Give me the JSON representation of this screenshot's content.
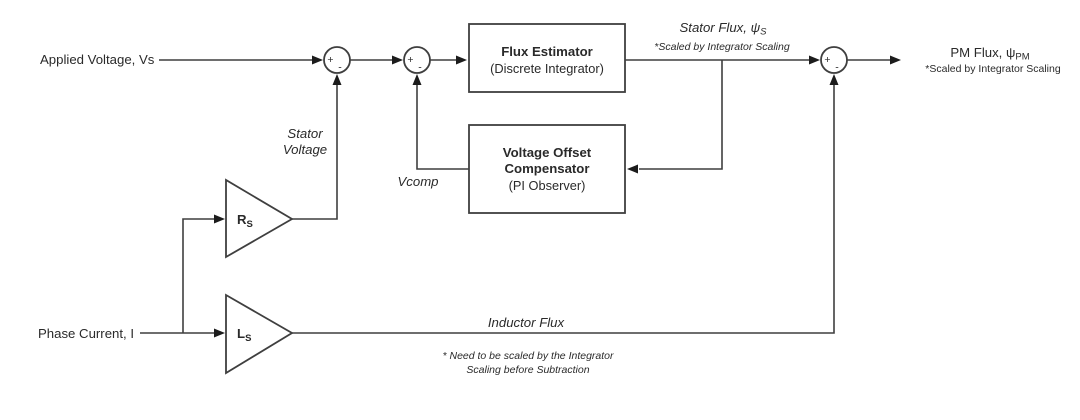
{
  "inputs": {
    "applied_voltage": "Applied Voltage, Vs",
    "phase_current": "Phase Current, I"
  },
  "blocks": {
    "flux_estimator": {
      "title": "Flux Estimator",
      "subtitle": "(Discrete Integrator)"
    },
    "voltage_offset_compensator": {
      "title_line1": "Voltage Offset",
      "title_line2": "Compensator",
      "subtitle": "(PI Observer)"
    },
    "rs_gain": {
      "symbol": "R",
      "subscript": "S"
    },
    "ls_gain": {
      "symbol": "L",
      "subscript": "S"
    }
  },
  "signals": {
    "stator_flux": {
      "label": "Stator Flux, ψ",
      "subscript": "S",
      "scaling_note": "*Scaled by Integrator Scaling"
    },
    "pm_flux": {
      "label": "PM Flux, ψ",
      "subscript": "PM",
      "scaling_note": "*Scaled by Integrator Scaling"
    },
    "stator_voltage": {
      "line1": "Stator",
      "line2": "Voltage"
    },
    "vcomp": "Vcomp",
    "inductor_flux": "Inductor Flux"
  },
  "junction_signs": {
    "plus": "+",
    "minus": "-"
  },
  "footnote": {
    "line1": "* Need to be scaled by the Integrator",
    "line2": "Scaling before Subtraction"
  },
  "colors": {
    "line": "#3f3f3f",
    "text": "#2a2a2a",
    "background": "#ffffff"
  }
}
